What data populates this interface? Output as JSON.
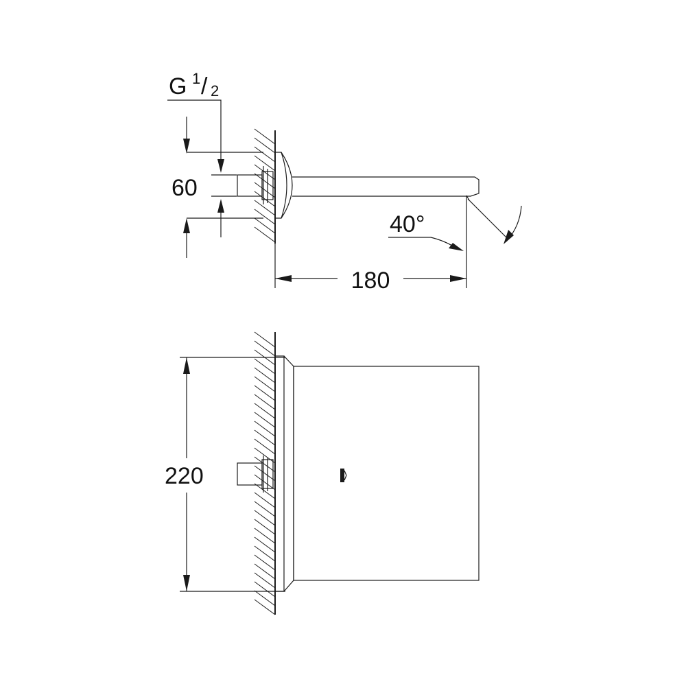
{
  "drawing": {
    "thread_label": {
      "prefix": "G",
      "numerator": "1",
      "slash": "/",
      "denominator": "2"
    },
    "dim_height_top": "60",
    "dim_angle": "40°",
    "dim_projection": "180",
    "dim_height_front": "220"
  },
  "colors": {
    "line": "#1a1a1a",
    "background": "#ffffff"
  }
}
